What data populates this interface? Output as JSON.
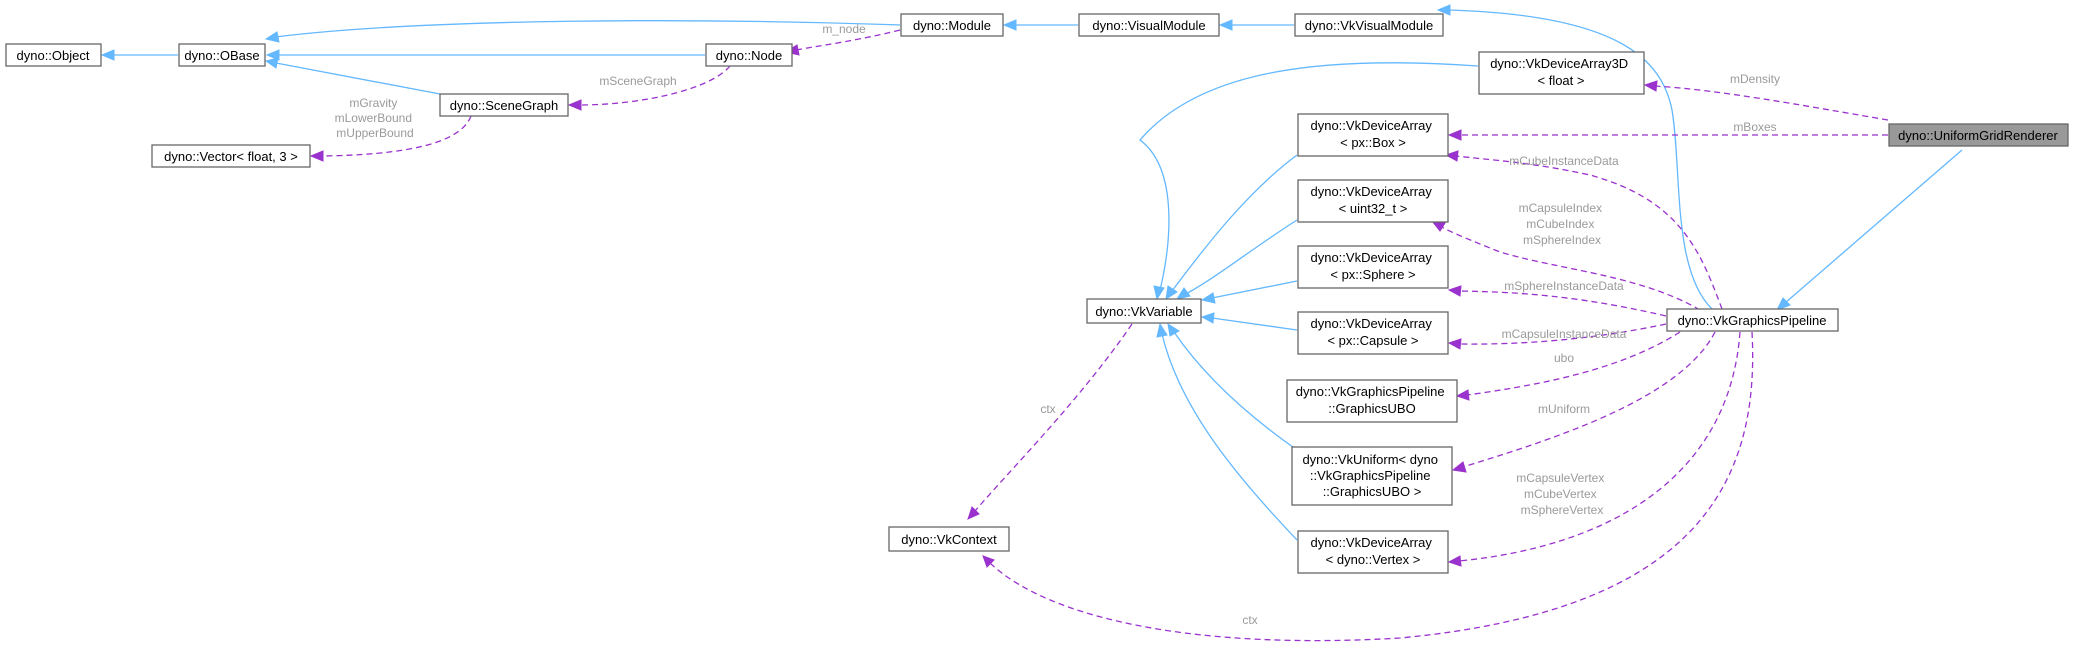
{
  "nodes": {
    "object": [
      "dyno::Object"
    ],
    "obase": [
      "dyno::OBase"
    ],
    "module": [
      "dyno::Module"
    ],
    "visual_module": [
      "dyno::VisualModule"
    ],
    "vk_visual_module": [
      "dyno::VkVisualModule"
    ],
    "node": [
      "dyno::Node"
    ],
    "scene_graph": [
      "dyno::SceneGraph"
    ],
    "vector": [
      "dyno::Vector< float, 3 >"
    ],
    "vk_device_array_3d": [
      "dyno::VkDeviceArray3D",
      "< float >"
    ],
    "uniform_grid_renderer": [
      "dyno::UniformGridRenderer"
    ],
    "vk_device_array_box": [
      "dyno::VkDeviceArray",
      "< px::Box >"
    ],
    "vk_device_array_uint": [
      "dyno::VkDeviceArray",
      "< uint32_t >"
    ],
    "vk_device_array_sphere": [
      "dyno::VkDeviceArray",
      "< px::Sphere >"
    ],
    "vk_device_array_capsule": [
      "dyno::VkDeviceArray",
      "< px::Capsule >"
    ],
    "vk_variable": [
      "dyno::VkVariable"
    ],
    "vk_graphics_pipeline": [
      "dyno::VkGraphicsPipeline"
    ],
    "graphics_ubo": [
      "dyno::VkGraphicsPipeline",
      "::GraphicsUBO"
    ],
    "vk_uniform": [
      "dyno::VkUniform< dyno",
      "::VkGraphicsPipeline",
      "::GraphicsUBO >"
    ],
    "vk_device_array_vertex": [
      "dyno::VkDeviceArray",
      "< dyno::Vertex >"
    ],
    "vk_context": [
      "dyno::VkContext"
    ]
  },
  "edge_labels": {
    "m_node": [
      "m_node"
    ],
    "m_scene_graph": [
      "mSceneGraph"
    ],
    "bounds": [
      "mGravity",
      "mLowerBound",
      "mUpperBound"
    ],
    "m_density": [
      "mDensity"
    ],
    "m_boxes": [
      "mBoxes"
    ],
    "m_cube_instance_data": [
      "mCubeInstanceData"
    ],
    "indices": [
      "mCapsuleIndex",
      "mCubeIndex",
      "mSphereIndex"
    ],
    "m_sphere_instance_data": [
      "mSphereInstanceData"
    ],
    "m_capsule_instance_data": [
      "mCapsuleInstanceData"
    ],
    "ubo": [
      "ubo"
    ],
    "m_uniform": [
      "mUniform"
    ],
    "vertices": [
      "mCapsuleVertex",
      "mCubeVertex",
      "mSphereVertex"
    ],
    "ctx_variable": [
      "ctx"
    ],
    "ctx_pipeline": [
      "ctx"
    ]
  },
  "colors": {
    "inheritance_edge": "#63b8ff",
    "usage_edge": "#9a32cd",
    "edge_label": "#9a9a9a",
    "highlight_fill": "#999999",
    "node_border": "#666666"
  }
}
